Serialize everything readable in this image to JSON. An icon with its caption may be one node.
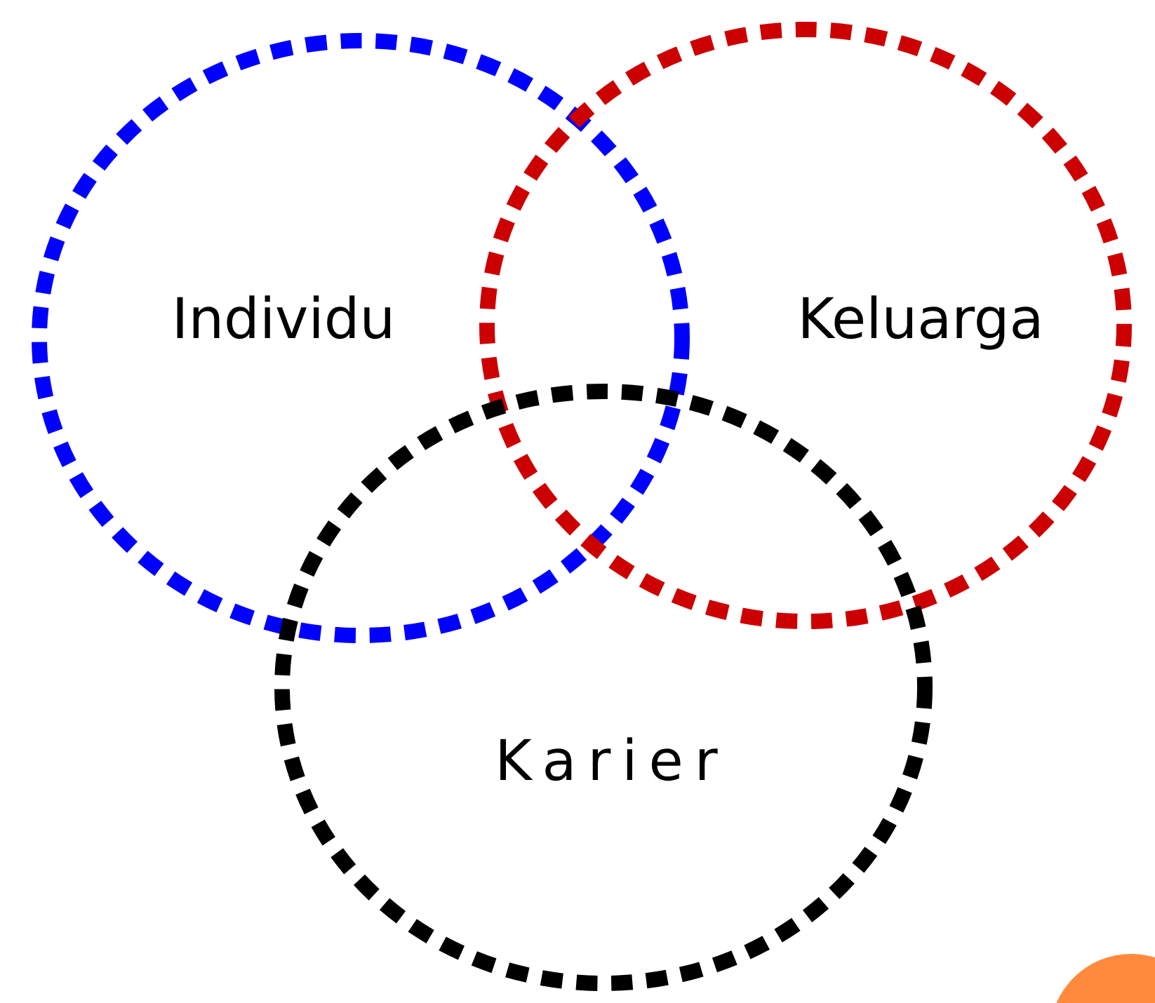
{
  "diagram": {
    "nodes": [
      {
        "text": [
          "Individu"
        ]
      },
      {
        "text": [
          "Keluarga"
        ]
      },
      {
        "text": [
          "Karier"
        ]
      }
    ]
  }
}
